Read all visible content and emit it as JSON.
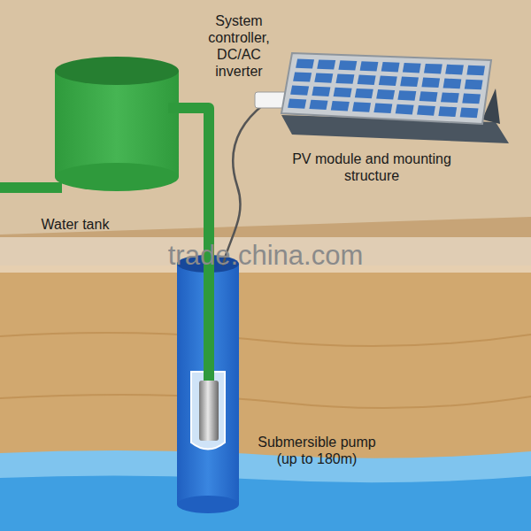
{
  "diagram": {
    "labels": [
      "System controller, DC/AC inverter",
      "PV module and mounting structure",
      "Water tank",
      "trade.china.com",
      "Submersible pump (up to 180m)"
    ]
  }
}
